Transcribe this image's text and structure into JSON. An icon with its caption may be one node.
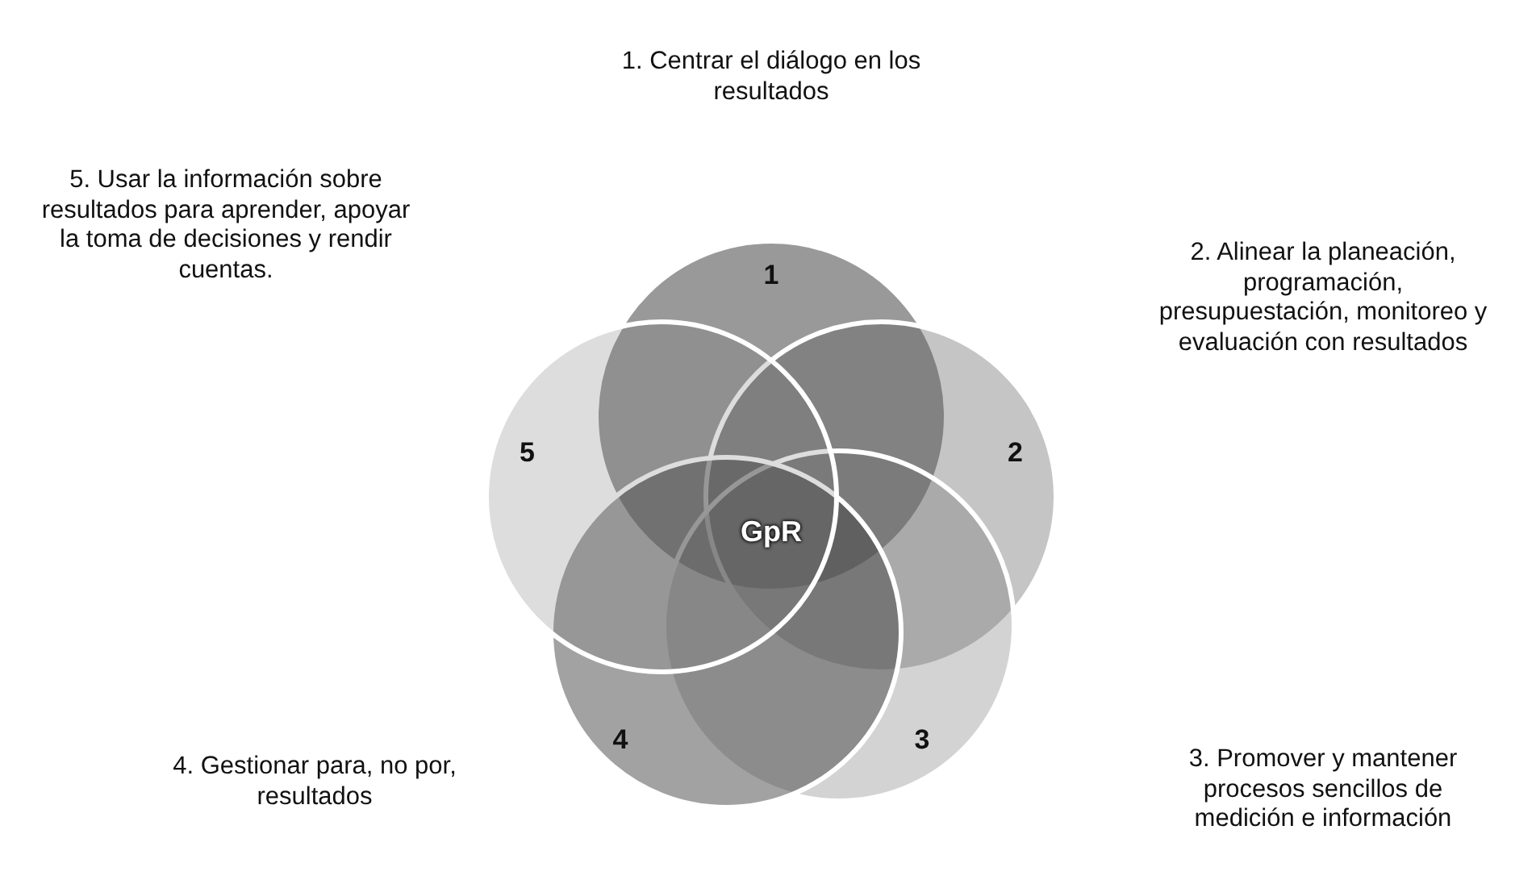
{
  "diagram": {
    "nodes": [
      {
        "text": [
          "1"
        ]
      },
      {
        "text": [
          "2"
        ]
      },
      {
        "text": [
          "3"
        ]
      },
      {
        "text": [
          "4"
        ]
      },
      {
        "text": [
          "5"
        ]
      }
    ],
    "labels": [
      "1. Centrar el diálogo en los resultados",
      "5. Usar la información sobre resultados para aprender, apoyar la toma de decisiones y rendir cuentas.",
      "2. Alinear la planeación, programación, presupuestación, monitoreo y evaluación con resultados",
      "GpR",
      "4. Gestionar para, no por, resultados",
      "3. Promover y mantener procesos sencillos de medición e información"
    ]
  }
}
